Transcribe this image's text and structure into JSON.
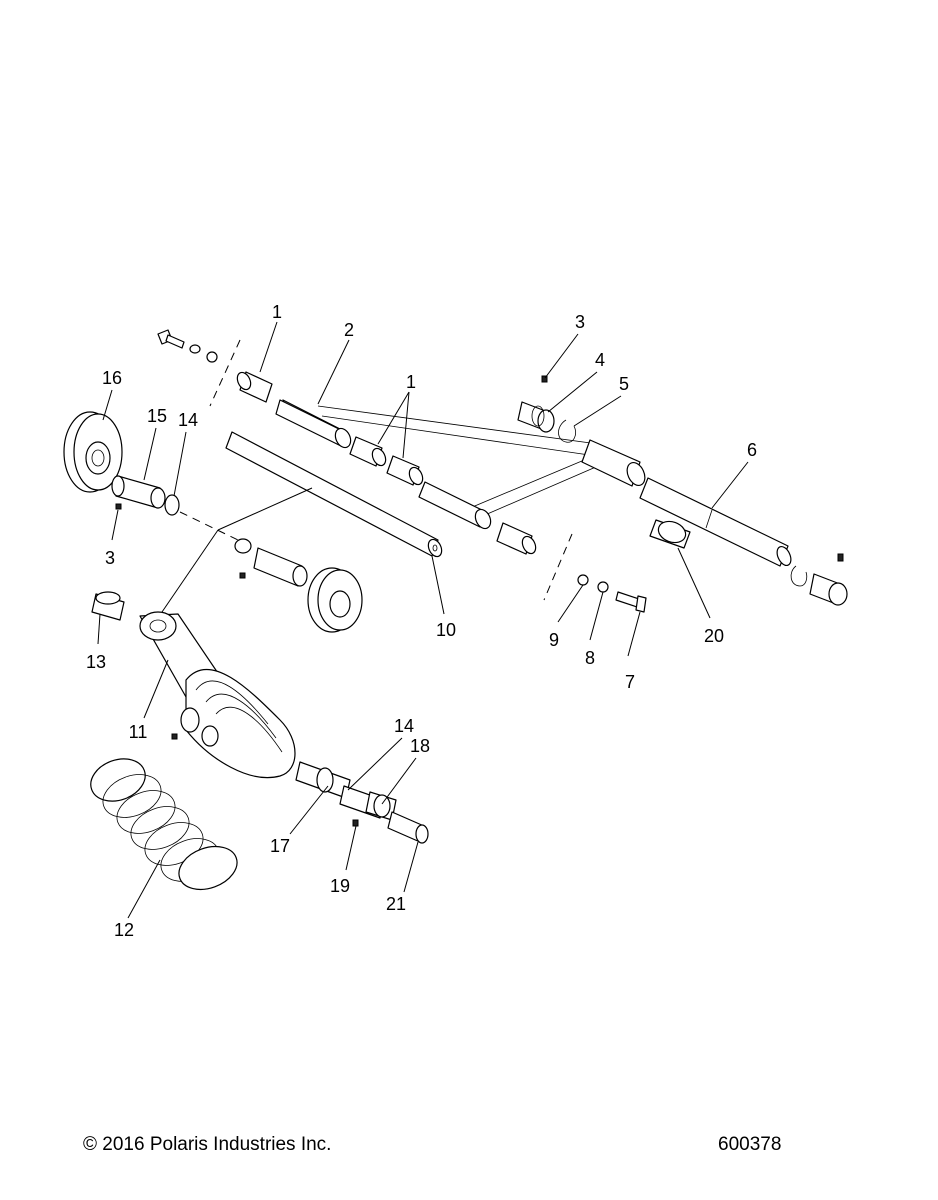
{
  "footer": {
    "copyright": "© 2016 Polaris Industries Inc.",
    "reference": "600378"
  },
  "callouts": [
    "1",
    "2",
    "1",
    "3",
    "4",
    "5",
    "6",
    "16",
    "15",
    "14",
    "3",
    "10",
    "9",
    "8",
    "7",
    "20",
    "13",
    "11",
    "14",
    "18",
    "17",
    "19",
    "21",
    "12"
  ]
}
